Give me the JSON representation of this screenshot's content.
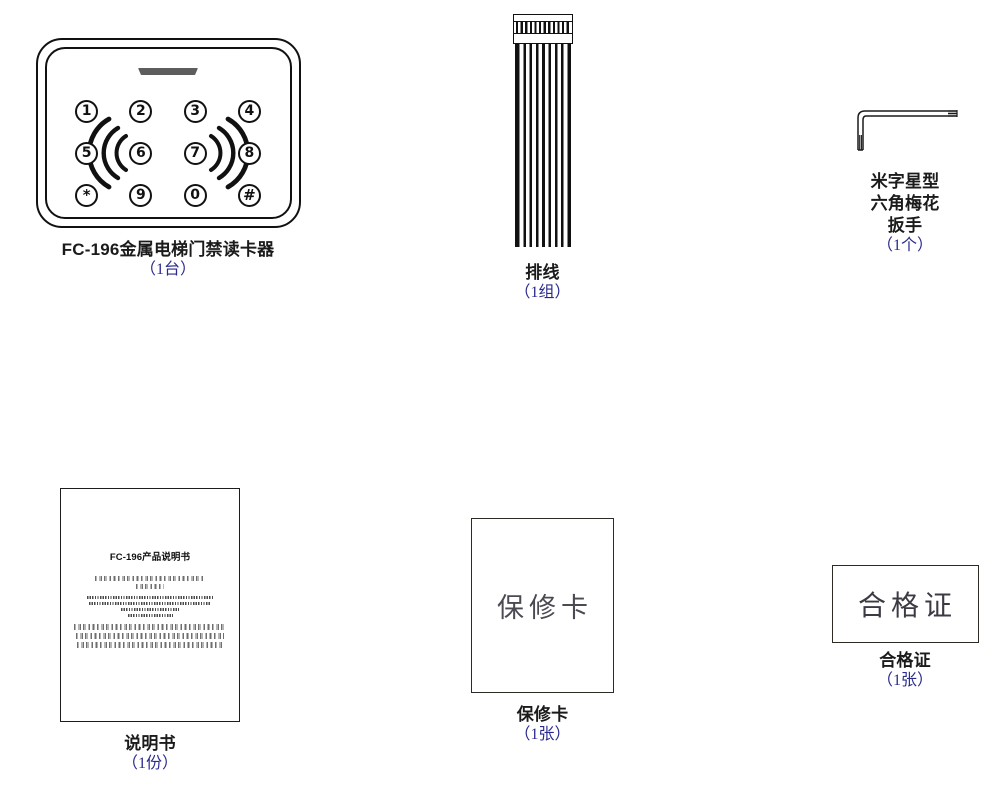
{
  "page": {
    "background": "#ffffff",
    "accent_qty_color": "#2b2b8f",
    "line_color": "#111111"
  },
  "items": [
    {
      "id": "card-reader",
      "name": "FC-196金属电梯门禁读卡器",
      "quantity": "（1台）",
      "keys": [
        "1",
        "2",
        "3",
        "4",
        "5",
        "6",
        "7",
        "8",
        "*",
        "9",
        "0",
        "#"
      ]
    },
    {
      "id": "ribbon-cable",
      "name": "排线",
      "quantity": "（1组）"
    },
    {
      "id": "allen-wrench",
      "name": "米字星型\n六角梅花\n扳手",
      "name_lines": [
        "米字星型",
        "六角梅花",
        "扳手"
      ],
      "quantity": "（1个）"
    },
    {
      "id": "manual",
      "name": "说明书",
      "quantity": "（1份）",
      "document_title": "FC-196产品说明书"
    },
    {
      "id": "warranty-card",
      "name": "保修卡",
      "quantity": "（1张）",
      "card_face_text": "保修卡"
    },
    {
      "id": "certificate",
      "name": "合格证",
      "quantity": "（1张）",
      "card_face_text": "合格证"
    }
  ]
}
